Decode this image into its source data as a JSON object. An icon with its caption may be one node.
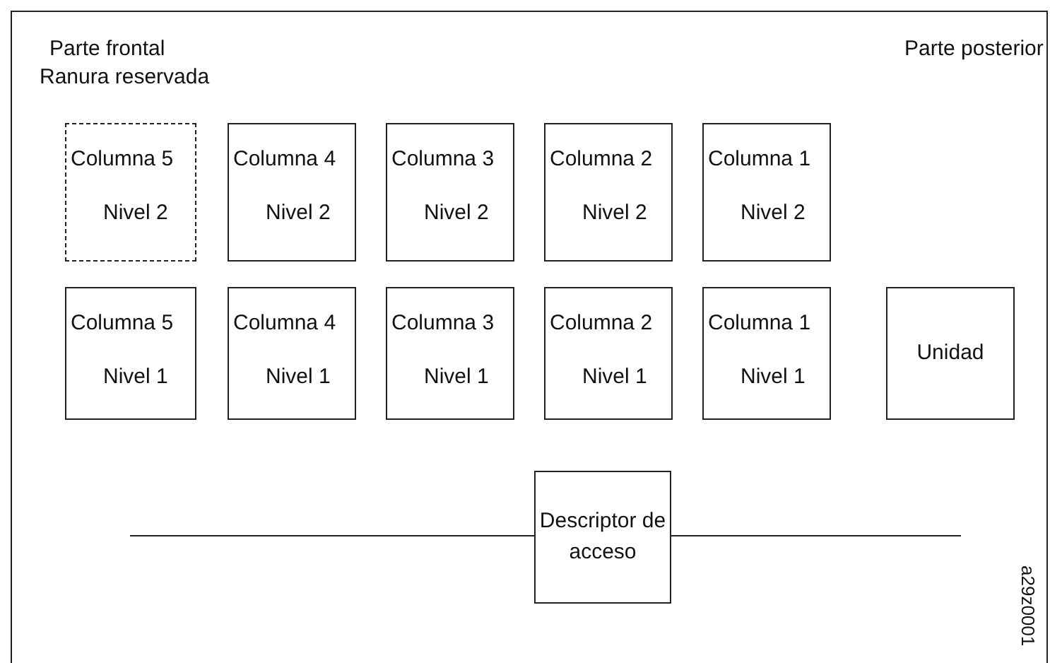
{
  "diagram": {
    "nodes": [
      {
        "text": [
          "Columna 5",
          "Nivel 2"
        ]
      },
      {
        "text": [
          "Columna 4",
          "Nivel 2"
        ]
      },
      {
        "text": [
          "Columna 3",
          "Nivel 2"
        ]
      },
      {
        "text": [
          "Columna 2",
          "Nivel 2"
        ]
      },
      {
        "text": [
          "Columna 1",
          "Nivel 2"
        ]
      },
      {
        "text": [
          "Columna 5",
          "Nivel 1"
        ]
      },
      {
        "text": [
          "Columna 4",
          "Nivel 1"
        ]
      },
      {
        "text": [
          "Columna 3",
          "Nivel 1"
        ]
      },
      {
        "text": [
          "Columna 2",
          "Nivel 1"
        ]
      },
      {
        "text": [
          "Columna 1",
          "Nivel 1"
        ]
      },
      {
        "text": [
          "Unidad"
        ]
      },
      {
        "text": [
          "Descriptor de acceso"
        ]
      }
    ],
    "edges": [],
    "labels": [
      "Parte frontal",
      "Ranura reservada",
      "Parte posterior",
      "a29z0001"
    ]
  }
}
